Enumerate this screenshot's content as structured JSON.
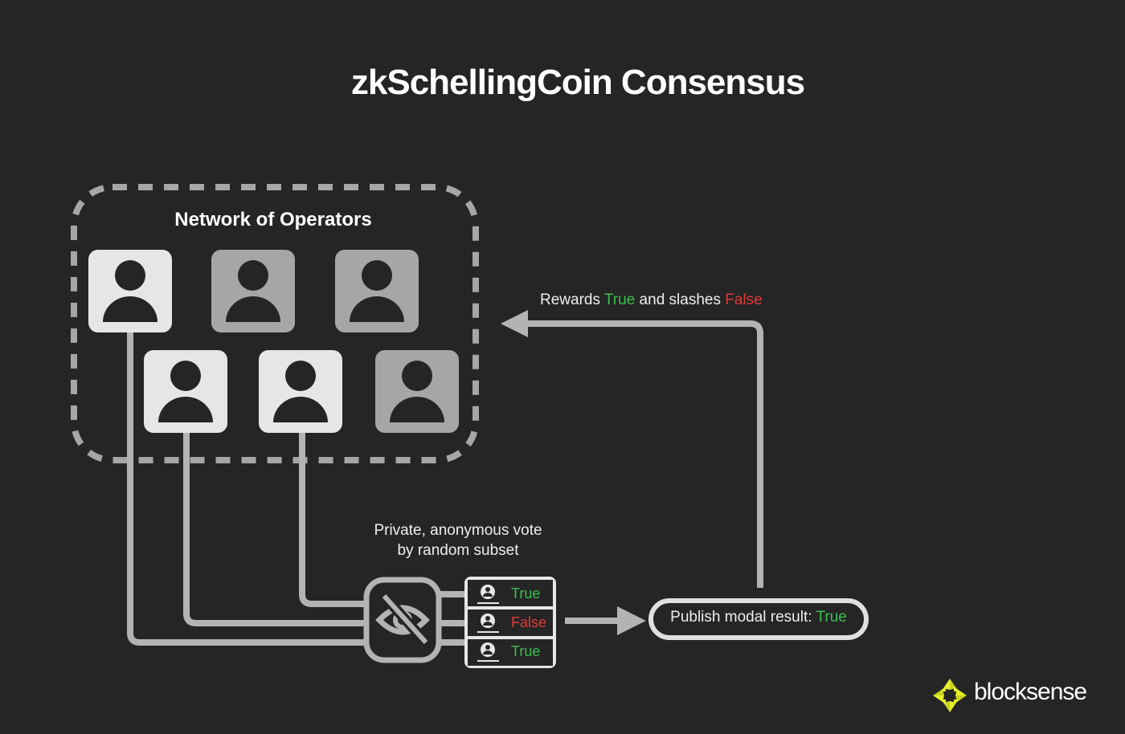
{
  "title": "zkSchellingCoin Consensus",
  "network": {
    "label": "Network of Operators",
    "operators": [
      {
        "id": 1,
        "row": 1,
        "selected": true
      },
      {
        "id": 2,
        "row": 1,
        "selected": false
      },
      {
        "id": 3,
        "row": 1,
        "selected": false
      },
      {
        "id": 4,
        "row": 2,
        "selected": true
      },
      {
        "id": 5,
        "row": 2,
        "selected": true
      },
      {
        "id": 6,
        "row": 2,
        "selected": false
      }
    ]
  },
  "feedback": {
    "prefix": "Rewards ",
    "true_word": "True",
    "middle": " and slashes ",
    "false_word": "False"
  },
  "vote": {
    "label_line1": "Private, anonymous vote",
    "label_line2": "by random subset",
    "icon": "eye-slash-icon",
    "votes": [
      {
        "value": "True",
        "color": "#3cbf50"
      },
      {
        "value": "False",
        "color": "#e03a3a"
      },
      {
        "value": "True",
        "color": "#3cbf50"
      }
    ]
  },
  "publish": {
    "prefix": "Publish modal result: ",
    "result": "True"
  },
  "brand": {
    "name": "blocksense",
    "accent": "#e6f02a"
  },
  "colors": {
    "background": "#252525",
    "line": "#b3b3b3",
    "selected_box": "#e6e6e6",
    "unselected_box": "#a6a6a6",
    "true": "#3cbf50",
    "false": "#e03a3a"
  }
}
